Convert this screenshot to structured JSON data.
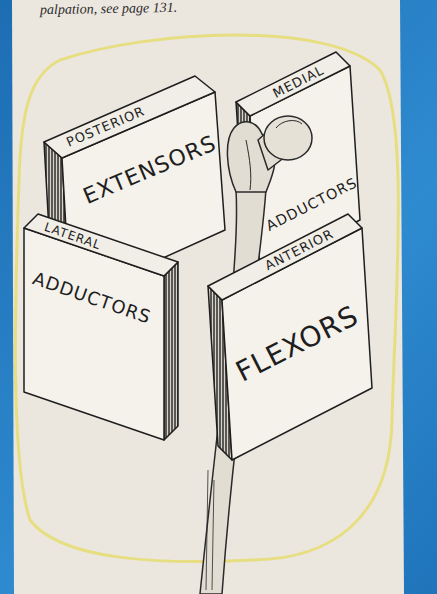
{
  "diagram": {
    "nodes": [
      {
        "text": [
          "POSTERIOR",
          "EXTENSORS"
        ]
      },
      {
        "text": [
          "MEDIAL",
          "ADDUCTORS"
        ]
      },
      {
        "text": [
          "LATERAL",
          "ADDUCTORS"
        ]
      },
      {
        "text": [
          "ANTERIOR",
          "FLEXORS"
        ]
      }
    ],
    "labels": [
      "palpation, see page 131."
    ]
  }
}
